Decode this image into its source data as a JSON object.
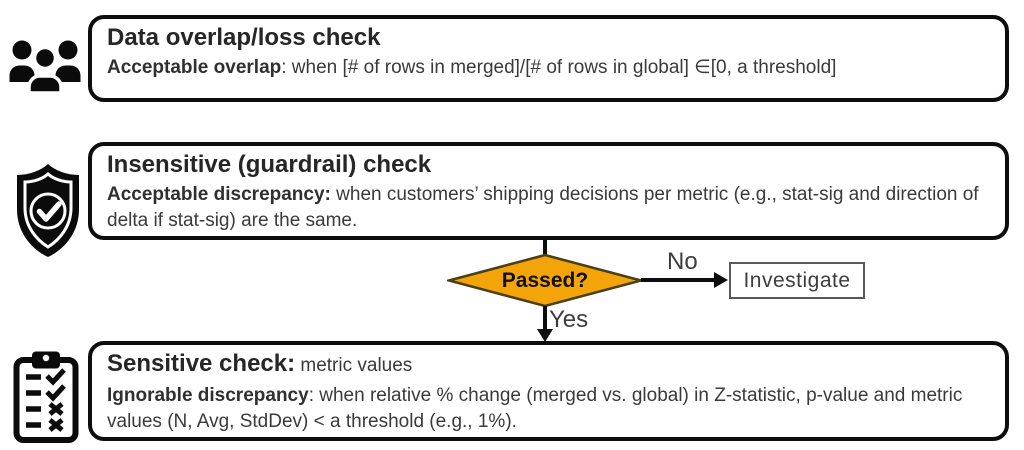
{
  "diagram": {
    "background_color": "#ffffff",
    "boxes": [
      {
        "id": "data-overlap-loss-check",
        "icon": "people-group-icon",
        "title": "Data overlap/loss check",
        "body_lead": "Acceptable overlap",
        "body_rest": ": when [# of rows in merged]/[# of rows in global] ∈[0, a threshold]"
      },
      {
        "id": "insensitive-guardrail-check",
        "icon": "shield-check-icon",
        "title": "Insensitive (guardrail) check",
        "body_lead": "Acceptable discrepancy:",
        "body_rest": " when customers’ shipping decisions per metric (e.g., stat-sig and direction of delta if stat-sig) are the same."
      },
      {
        "id": "sensitive-check",
        "icon": "clipboard-checklist-icon",
        "title_lead": "Sensitive check:",
        "title_rest": " metric values",
        "body_lead": "Ignorable discrepancy",
        "body_rest": ": when relative % change (merged vs. global) in Z-statistic, p-value and metric values (N, Avg, StdDev) < a threshold (e.g., 1%)."
      }
    ],
    "decision": {
      "label": "Passed?",
      "fill_color": "#F2A408",
      "border_color": "#4a3f17"
    },
    "edges": {
      "no_label": "No",
      "yes_label": "Yes"
    },
    "investigate": {
      "label": "Investigate"
    }
  }
}
